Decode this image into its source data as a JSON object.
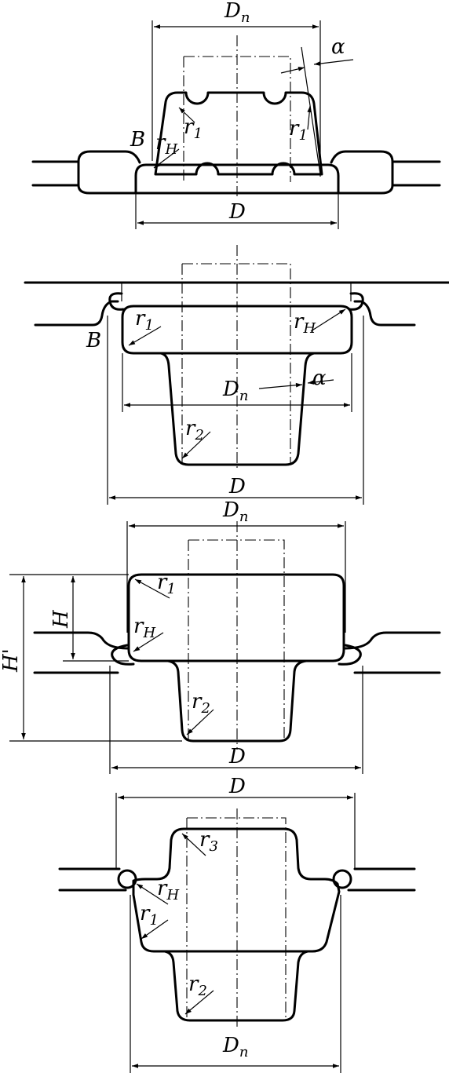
{
  "labels": {
    "D": "D",
    "Dn_base": "D",
    "n": "n",
    "alpha": "α",
    "B": "B",
    "H": "H",
    "Hprime": "H'",
    "r": "r",
    "one": "1",
    "two": "2",
    "three": "3",
    "Hsub": "H"
  }
}
